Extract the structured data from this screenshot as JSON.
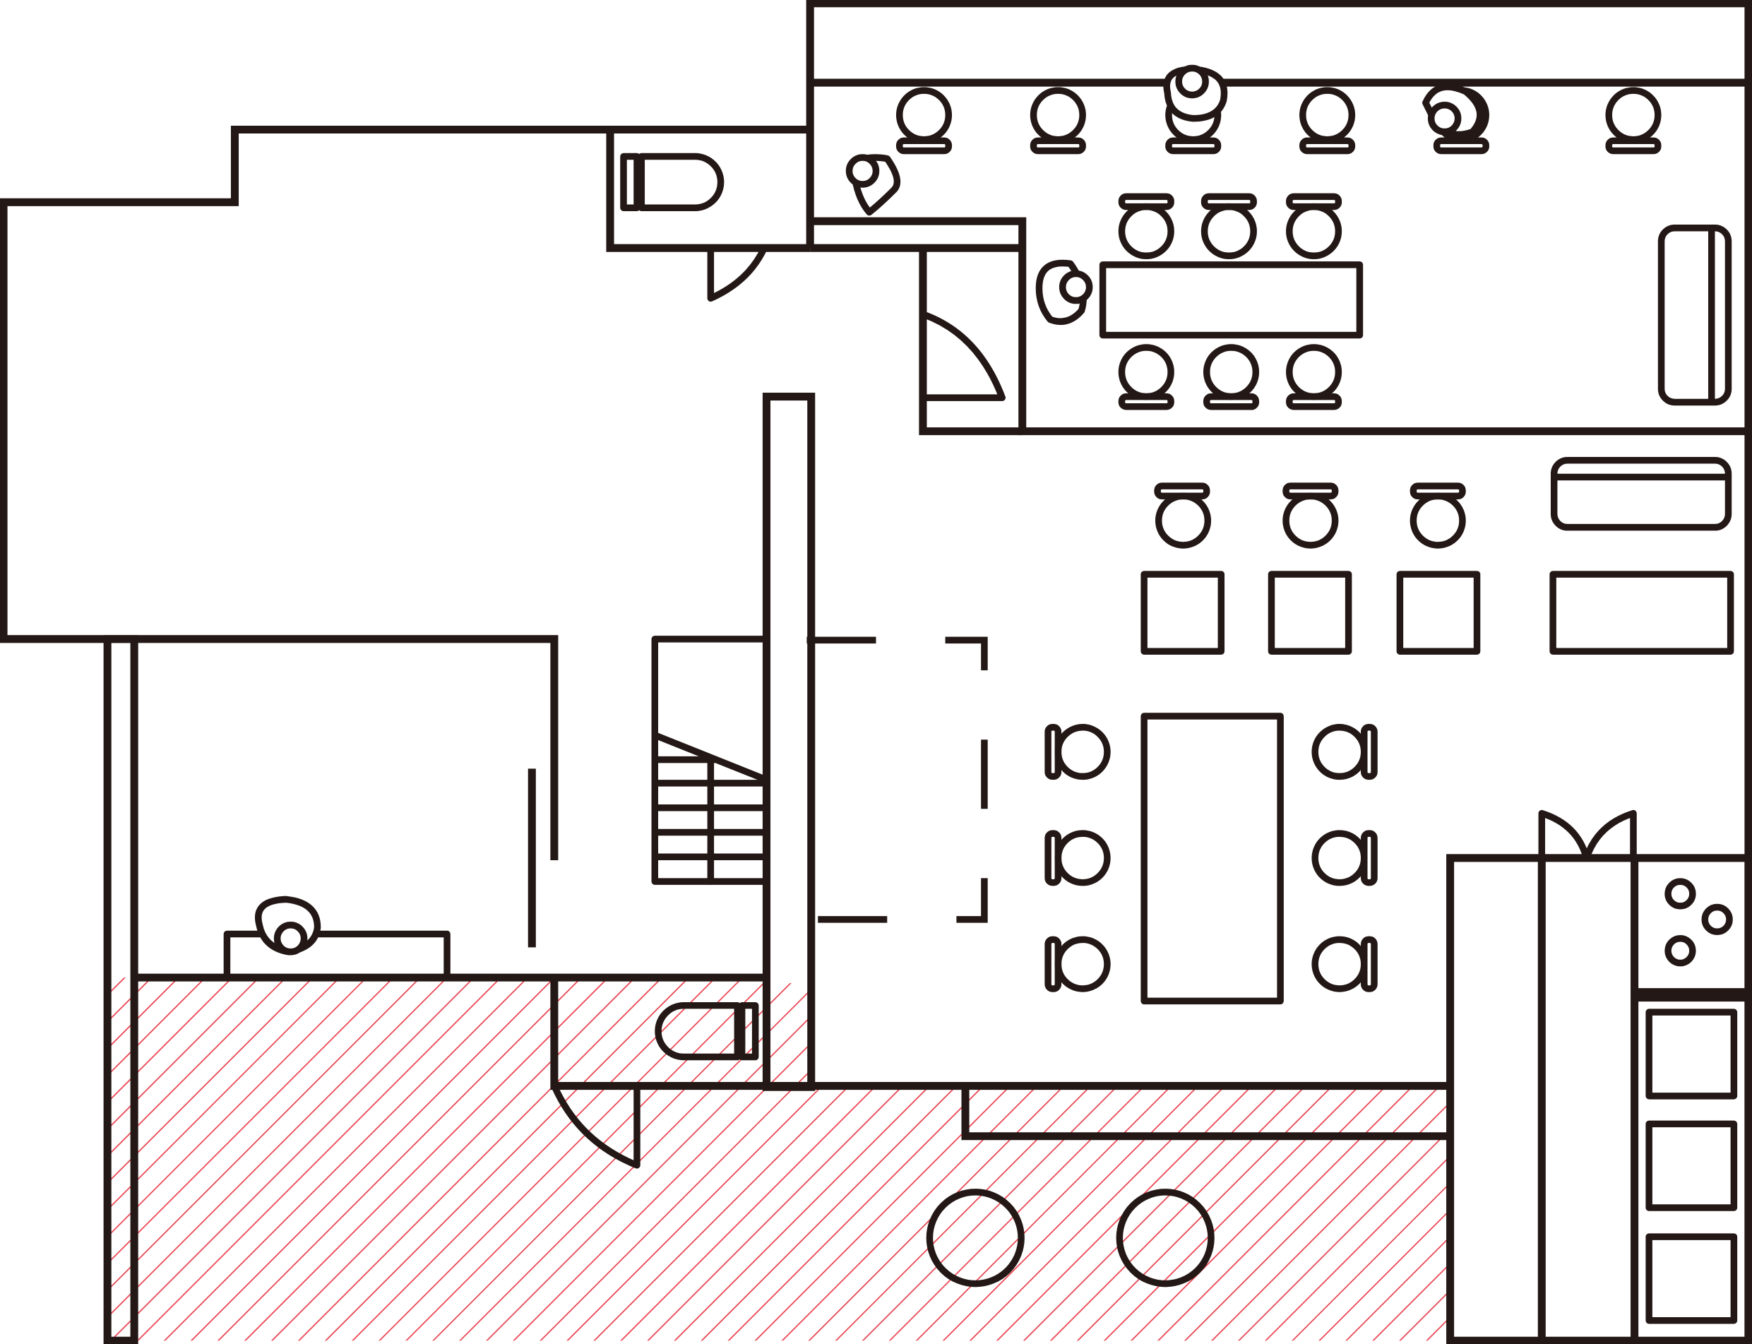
{
  "diagram": {
    "type": "architectural floor plan",
    "colors": {
      "line": "#231815",
      "hatch": "#e8424f",
      "background": "#ffffff"
    },
    "icons": [
      "wall-outline",
      "door-swing-arc",
      "toilet-icon",
      "chair-icon",
      "table-icon",
      "sofa-icon",
      "person-icon",
      "staircase-icon",
      "kitchen-cooktop-icon",
      "round-planter-icon",
      "hatched-outdoor-area"
    ]
  }
}
